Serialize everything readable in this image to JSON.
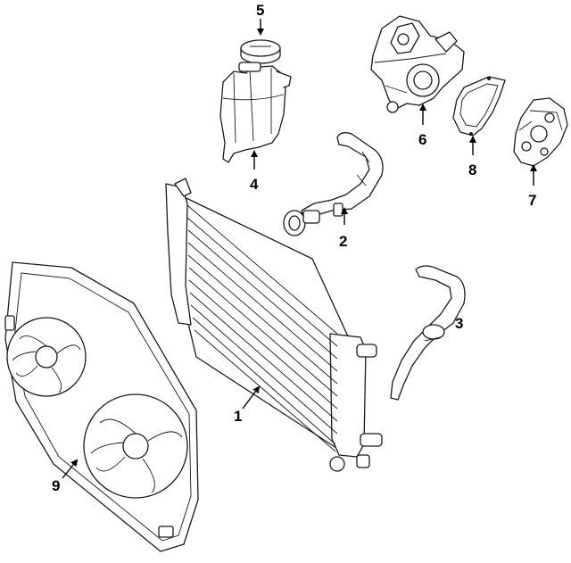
{
  "diagram": {
    "callouts": [
      {
        "id": "1",
        "label": "1"
      },
      {
        "id": "2",
        "label": "2"
      },
      {
        "id": "3",
        "label": "3"
      },
      {
        "id": "4",
        "label": "4"
      },
      {
        "id": "5",
        "label": "5"
      },
      {
        "id": "6",
        "label": "6"
      },
      {
        "id": "7",
        "label": "7"
      },
      {
        "id": "8",
        "label": "8"
      },
      {
        "id": "9",
        "label": "9"
      }
    ],
    "colors": {
      "line": "#1a1a1a",
      "background": "#ffffff",
      "label": "#000000"
    }
  }
}
